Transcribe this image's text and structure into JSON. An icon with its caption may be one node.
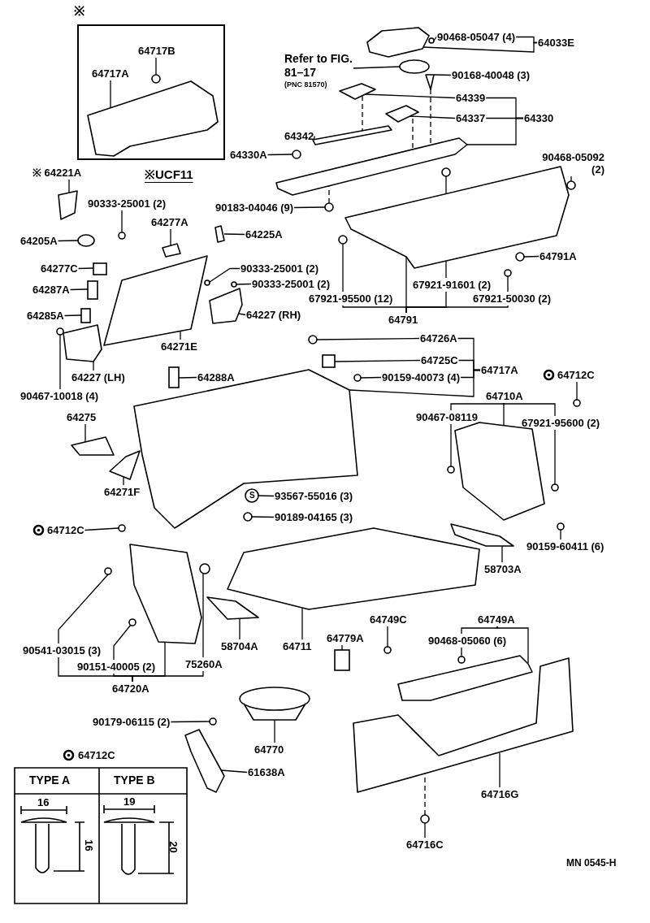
{
  "diagram": {
    "nodes": [
      {
        "text": [
          "※"
        ]
      },
      {
        "text": [
          "64717B"
        ],
        "in": 0
      },
      {
        "text": [
          "64717A"
        ],
        "in": 0
      },
      {
        "text": [
          "Refer to FIG. 81–17",
          "(PNC 81570)"
        ]
      },
      {
        "text": [
          "90468-05047 (4)"
        ]
      },
      {
        "text": [
          "64033E"
        ]
      },
      {
        "text": [
          "90168-40048 (3)"
        ]
      },
      {
        "text": [
          "64339"
        ]
      },
      {
        "text": [
          "64337"
        ]
      },
      {
        "text": [
          "64330"
        ]
      },
      {
        "text": [
          "64342"
        ]
      },
      {
        "text": [
          "64330A"
        ]
      },
      {
        "text": [
          "90468-05092 (2)"
        ]
      },
      {
        "text": [
          "90183-04046 (9)"
        ]
      },
      {
        "text": [
          "※ 64221A"
        ]
      },
      {
        "text": [
          "90333-25001 (2)"
        ]
      },
      {
        "text": [
          "64277A"
        ]
      },
      {
        "text": [
          "64225A"
        ]
      },
      {
        "text": [
          "64205A"
        ]
      },
      {
        "text": [
          "64277C"
        ]
      },
      {
        "text": [
          "90333-25001 (2)"
        ]
      },
      {
        "text": [
          "90333-25001 (2)"
        ]
      },
      {
        "text": [
          "64287A"
        ]
      },
      {
        "text": [
          "64227 (RH)"
        ]
      },
      {
        "text": [
          "64285A"
        ]
      },
      {
        "text": [
          "64271E"
        ]
      },
      {
        "text": [
          "64227 (LH)"
        ]
      },
      {
        "text": [
          "64288A"
        ]
      },
      {
        "text": [
          "90467-10018 (4)"
        ]
      },
      {
        "text": [
          "67921-95500 (12)"
        ]
      },
      {
        "text": [
          "67921-91601 (2)"
        ]
      },
      {
        "text": [
          "64791A"
        ]
      },
      {
        "text": [
          "67921-50030 (2)"
        ]
      },
      {
        "text": [
          "64791"
        ]
      },
      {
        "text": [
          "64726A"
        ]
      },
      {
        "text": [
          "64725C"
        ]
      },
      {
        "text": [
          "90159-40073 (4)"
        ]
      },
      {
        "text": [
          "64717A"
        ]
      },
      {
        "text": [
          "64712C"
        ]
      },
      {
        "text": [
          "64710A"
        ]
      },
      {
        "text": [
          "90467-08119"
        ]
      },
      {
        "text": [
          "67921-95600 (2)"
        ]
      },
      {
        "text": [
          "64275"
        ]
      },
      {
        "text": [
          "64271F"
        ]
      },
      {
        "text": [
          "93567-55016 (3)"
        ]
      },
      {
        "text": [
          "90189-04165 (3)"
        ]
      },
      {
        "text": [
          "64712C"
        ]
      },
      {
        "text": [
          "90159-60411 (6)"
        ]
      },
      {
        "text": [
          "58703A"
        ]
      },
      {
        "text": [
          "90541-03015 (3)"
        ]
      },
      {
        "text": [
          "58704A"
        ]
      },
      {
        "text": [
          "64711"
        ]
      },
      {
        "text": [
          "64779A"
        ]
      },
      {
        "text": [
          "64749C"
        ]
      },
      {
        "text": [
          "64749A"
        ]
      },
      {
        "text": [
          "90468-05060 (6)"
        ]
      },
      {
        "text": [
          "90151-40005 (2)"
        ]
      },
      {
        "text": [
          "75260A"
        ]
      },
      {
        "text": [
          "64720A"
        ]
      },
      {
        "text": [
          "90179-06115 (2)"
        ]
      },
      {
        "text": [
          "64770"
        ]
      },
      {
        "text": [
          "61638A"
        ]
      },
      {
        "text": [
          "64716G"
        ]
      },
      {
        "text": [
          "64716C"
        ]
      },
      {
        "text": [],
        "shape": "picture",
        "in": 0
      },
      {
        "text": [],
        "shape": "picture",
        "in": 0
      },
      {
        "text": [],
        "shape": "picture"
      },
      {
        "text": [],
        "shape": "picture"
      },
      {
        "text": [],
        "shape": "picture"
      },
      {
        "text": [],
        "shape": "picture"
      },
      {
        "text": [],
        "shape": "picture"
      },
      {
        "text": [],
        "shape": "picture"
      },
      {
        "text": [],
        "shape": "picture"
      },
      {
        "text": [],
        "shape": "picture"
      },
      {
        "text": [],
        "shape": "picture"
      },
      {
        "text": [],
        "shape": "picture"
      },
      {
        "text": [],
        "shape": "picture"
      },
      {
        "text": [],
        "shape": "picture"
      },
      {
        "text": [],
        "shape": "picture"
      },
      {
        "text": [],
        "shape": "picture"
      },
      {
        "text": [],
        "shape": "picture"
      },
      {
        "text": [],
        "shape": "picture"
      },
      {
        "text": [],
        "shape": "picture"
      },
      {
        "text": [],
        "shape": "picture"
      },
      {
        "text": [],
        "shape": "picture"
      },
      {
        "text": [],
        "shape": "picture"
      },
      {
        "text": [],
        "shape": "picture"
      },
      {
        "text": [],
        "shape": "box"
      },
      {
        "text": [],
        "shape": "picture"
      },
      {
        "text": [],
        "shape": "picture"
      },
      {
        "text": [],
        "shape": "box"
      },
      {
        "text": [],
        "shape": "picture"
      },
      {
        "text": [],
        "shape": "box"
      },
      {
        "text": [],
        "shape": "picture"
      },
      {
        "text": [],
        "shape": "picture"
      },
      {
        "text": [],
        "shape": "box"
      },
      {
        "text": [],
        "shape": "picture"
      },
      {
        "text": [],
        "shape": "picture"
      },
      {
        "text": [],
        "shape": "box"
      },
      {
        "text": [],
        "shape": "picture"
      },
      {
        "text": [],
        "shape": "picture"
      },
      {
        "text": [],
        "shape": "picture"
      },
      {
        "text": [],
        "shape": "picture"
      },
      {
        "text": [],
        "shape": "picture"
      },
      {
        "text": [],
        "shape": "picture"
      },
      {
        "text": [],
        "shape": "picture"
      },
      {
        "text": [],
        "shape": "picture"
      },
      {
        "text": [],
        "shape": "picture"
      },
      {
        "text": [],
        "shape": "picture"
      },
      {
        "text": [],
        "shape": "picture"
      },
      {
        "text": [],
        "shape": "picture"
      },
      {
        "text": [],
        "shape": "picture"
      },
      {
        "text": [],
        "shape": "picture"
      },
      {
        "text": [],
        "shape": "picture"
      },
      {
        "text": [],
        "shape": "picture"
      },
      {
        "text": [],
        "shape": "picture"
      },
      {
        "text": [],
        "shape": "picture"
      },
      {
        "text": [],
        "shape": "picture"
      },
      {
        "text": [],
        "shape": "box"
      },
      {
        "text": [],
        "shape": "picture"
      },
      {
        "text": [],
        "shape": "picture"
      },
      {
        "text": [],
        "shape": "picture"
      },
      {
        "text": [],
        "shape": "picture"
      },
      {
        "text": [],
        "shape": "picture"
      },
      {
        "text": [],
        "shape": "picture"
      },
      {
        "text": [],
        "shape": "picture"
      },
      {
        "text": [],
        "shape": "picture"
      }
    ],
    "edges": [
      {
        "from": 1,
        "to": 65,
        "arrow": "none"
      },
      {
        "from": 2,
        "to": 64,
        "arrow": "none"
      },
      {
        "from": 3,
        "to": 68,
        "arrow": "none"
      },
      {
        "from": 4,
        "to": 67,
        "arrow": "none"
      },
      {
        "from": 5,
        "to": 4,
        "arrow": "none"
      },
      {
        "from": 5,
        "to": 66,
        "arrow": "none"
      },
      {
        "from": 6,
        "to": 69,
        "arrow": "none"
      },
      {
        "from": 7,
        "to": 70,
        "arrow": "none"
      },
      {
        "from": 8,
        "to": 71,
        "arrow": "none"
      },
      {
        "from": 9,
        "to": 7,
        "arrow": "none"
      },
      {
        "from": 9,
        "to": 8,
        "arrow": "none"
      },
      {
        "from": 9,
        "to": 73,
        "arrow": "none"
      },
      {
        "from": 10,
        "to": 72,
        "arrow": "none"
      },
      {
        "from": 11,
        "to": 74,
        "arrow": "none"
      },
      {
        "from": 12,
        "to": 77,
        "arrow": "none"
      },
      {
        "from": 13,
        "to": 75,
        "arrow": "none"
      },
      {
        "from": 14,
        "to": 82,
        "arrow": "none"
      },
      {
        "from": 15,
        "to": 83,
        "arrow": "none"
      },
      {
        "from": 16,
        "to": 84,
        "arrow": "none"
      },
      {
        "from": 17,
        "to": 85,
        "arrow": "none"
      },
      {
        "from": 18,
        "to": 86,
        "arrow": "none"
      },
      {
        "from": 19,
        "to": 87,
        "arrow": "none"
      },
      {
        "from": 20,
        "to": 88,
        "arrow": "none"
      },
      {
        "from": 21,
        "to": 89,
        "arrow": "none"
      },
      {
        "from": 22,
        "to": 90,
        "arrow": "none"
      },
      {
        "from": 23,
        "to": 91,
        "arrow": "none"
      },
      {
        "from": 24,
        "to": 92,
        "arrow": "none"
      },
      {
        "from": 25,
        "to": 93,
        "arrow": "none"
      },
      {
        "from": 26,
        "to": 94,
        "arrow": "none"
      },
      {
        "from": 27,
        "to": 95,
        "arrow": "none"
      },
      {
        "from": 28,
        "to": 96,
        "arrow": "none"
      },
      {
        "from": 29,
        "to": 79,
        "arrow": "none"
      },
      {
        "from": 30,
        "to": 78,
        "arrow": "none"
      },
      {
        "from": 31,
        "to": 81,
        "arrow": "none"
      },
      {
        "from": 32,
        "to": 80,
        "arrow": "none"
      },
      {
        "from": 33,
        "to": 29,
        "arrow": "none"
      },
      {
        "from": 33,
        "to": 30,
        "arrow": "none"
      },
      {
        "from": 33,
        "to": 32,
        "arrow": "none"
      },
      {
        "from": 33,
        "to": 76,
        "arrow": "none"
      },
      {
        "from": 34,
        "to": 97,
        "arrow": "none"
      },
      {
        "from": 35,
        "to": 98,
        "arrow": "none"
      },
      {
        "from": 36,
        "to": 99,
        "arrow": "none"
      },
      {
        "from": 37,
        "to": 34,
        "arrow": "none"
      },
      {
        "from": 37,
        "to": 35,
        "arrow": "none"
      },
      {
        "from": 37,
        "to": 36,
        "arrow": "none"
      },
      {
        "from": 37,
        "to": 100,
        "arrow": "none"
      },
      {
        "from": 38,
        "to": 101,
        "arrow": "none"
      },
      {
        "from": 39,
        "to": 40,
        "arrow": "none"
      },
      {
        "from": 39,
        "to": 41,
        "arrow": "none"
      },
      {
        "from": 39,
        "to": 102,
        "arrow": "none"
      },
      {
        "from": 40,
        "to": 103,
        "arrow": "none"
      },
      {
        "from": 41,
        "to": 104,
        "arrow": "none"
      },
      {
        "from": 42,
        "to": 105,
        "arrow": "none"
      },
      {
        "from": 43,
        "to": 106,
        "arrow": "none"
      },
      {
        "from": 44,
        "to": 107,
        "arrow": "none"
      },
      {
        "from": 45,
        "to": 108,
        "arrow": "none"
      },
      {
        "from": 46,
        "to": 109,
        "arrow": "none"
      },
      {
        "from": 47,
        "to": 110,
        "arrow": "none"
      },
      {
        "from": 48,
        "to": 111,
        "arrow": "none"
      },
      {
        "from": 49,
        "to": 112,
        "arrow": "none"
      },
      {
        "from": 50,
        "to": 116,
        "arrow": "none"
      },
      {
        "from": 51,
        "to": 117,
        "arrow": "none"
      },
      {
        "from": 52,
        "to": 118,
        "arrow": "none"
      },
      {
        "from": 53,
        "to": 119,
        "arrow": "none"
      },
      {
        "from": 54,
        "to": 55,
        "arrow": "none"
      },
      {
        "from": 54,
        "to": 120,
        "arrow": "none"
      },
      {
        "from": 55,
        "to": 121,
        "arrow": "none"
      },
      {
        "from": 56,
        "to": 114,
        "arrow": "none"
      },
      {
        "from": 57,
        "to": 115,
        "arrow": "none"
      },
      {
        "from": 58,
        "to": 49,
        "arrow": "none"
      },
      {
        "from": 58,
        "to": 56,
        "arrow": "none"
      },
      {
        "from": 58,
        "to": 113,
        "arrow": "none"
      },
      {
        "from": 58,
        "to": 57,
        "arrow": "none"
      },
      {
        "from": 59,
        "to": 123,
        "arrow": "none"
      },
      {
        "from": 60,
        "to": 122,
        "arrow": "none"
      },
      {
        "from": 61,
        "to": 124,
        "arrow": "none"
      },
      {
        "from": 62,
        "to": 125,
        "arrow": "none"
      },
      {
        "from": 63,
        "to": 126,
        "arrow": "none"
      },
      {
        "from": 70,
        "to": 72,
        "arrow": "none",
        "style": "dashed"
      },
      {
        "from": 71,
        "to": 73,
        "arrow": "none",
        "style": "dashed"
      },
      {
        "from": 69,
        "to": 73,
        "arrow": "none",
        "style": "dashed"
      },
      {
        "from": 75,
        "to": 73,
        "arrow": "none",
        "style": "dashed"
      },
      {
        "from": 126,
        "to": 125,
        "arrow": "none",
        "style": "dashed"
      }
    ],
    "labels": [
      "※UCF11",
      "S",
      "64712C",
      "TYPE A",
      "TYPE B",
      "16",
      "19",
      "16",
      "20",
      "MN 0545-H"
    ]
  }
}
